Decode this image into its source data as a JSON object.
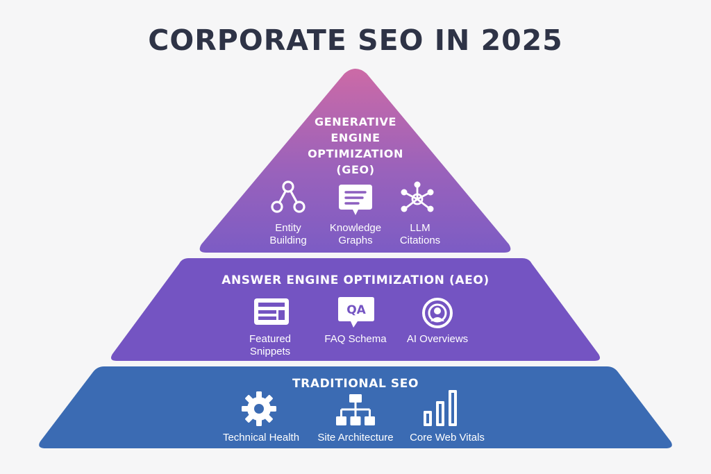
{
  "title": "CORPORATE SEO IN 2025",
  "colors": {
    "background": "#f6f6f7",
    "title": "#2e3346",
    "geo_top": "#cc6aa6",
    "geo_bottom": "#7c5cc4",
    "aeo": "#7454c2",
    "seo": "#3b6bb3"
  },
  "tiers": {
    "geo": {
      "title_lines": [
        "GENERATIVE",
        "ENGINE",
        "OPTIMIZATION",
        "(GEO)"
      ],
      "items": [
        {
          "icon": "entity-nodes-icon",
          "label_lines": [
            "Entity",
            "Building"
          ]
        },
        {
          "icon": "knowledge-graph-document-icon",
          "label_lines": [
            "Knowledge",
            "Graphs"
          ]
        },
        {
          "icon": "network-hub-icon",
          "label_lines": [
            "LLM",
            "Citations"
          ]
        }
      ]
    },
    "aeo": {
      "title": "ANSWER ENGINE OPTIMIZATION (AEO)",
      "items": [
        {
          "icon": "featured-snippet-icon",
          "label_lines": [
            "Featured",
            "Snippets"
          ]
        },
        {
          "icon": "qa-bubble-icon",
          "icon_text": "QA",
          "label_lines": [
            "FAQ Schema"
          ]
        },
        {
          "icon": "ai-overview-icon",
          "label_lines": [
            "AI Overviews"
          ]
        }
      ]
    },
    "seo": {
      "title": "TRADITIONAL SEO",
      "items": [
        {
          "icon": "gear-icon",
          "label_lines": [
            "Technical Health"
          ]
        },
        {
          "icon": "sitemap-icon",
          "label_lines": [
            "Site Architecture"
          ]
        },
        {
          "icon": "bar-chart-icon",
          "label_lines": [
            "Core Web Vitals"
          ]
        }
      ]
    }
  }
}
